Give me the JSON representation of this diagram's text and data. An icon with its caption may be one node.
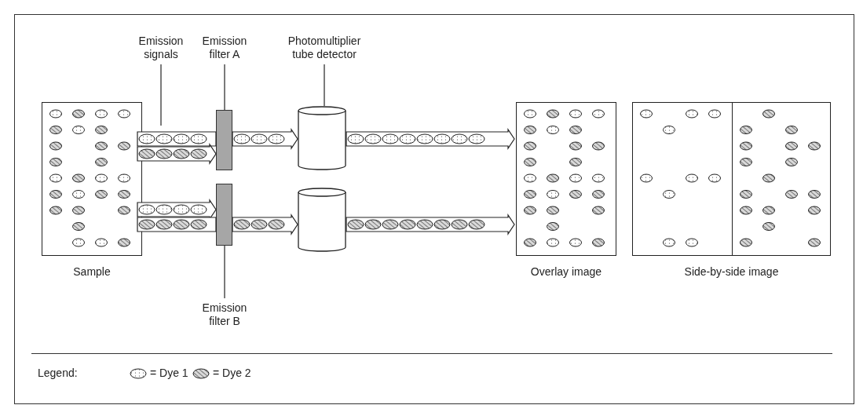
{
  "diagram": {
    "nodes": [
      {
        "text": [
          "Sample"
        ]
      },
      {
        "text": [
          "Emission signals"
        ]
      },
      {
        "text": [
          "Emission filter A"
        ]
      },
      {
        "text": [
          "Photomultiplier tube detector"
        ]
      },
      {
        "text": [
          "Emission filter B"
        ]
      },
      {
        "text": [],
        "shape": "bar"
      },
      {
        "text": [],
        "shape": "bar"
      },
      {
        "text": [],
        "shape": "cylinder"
      },
      {
        "text": [],
        "shape": "cylinder"
      },
      {
        "text": [
          "Overlay image"
        ]
      },
      {
        "text": [
          "Side-by-side image"
        ]
      }
    ],
    "edges": [
      {
        "from": 0,
        "to": 5,
        "arrow": "none"
      },
      {
        "from": 0,
        "to": 5,
        "arrow": "to"
      },
      {
        "from": 5,
        "to": 7,
        "arrow": "to"
      },
      {
        "from": 7,
        "to": 9,
        "arrow": "to"
      },
      {
        "from": 0,
        "to": 6,
        "arrow": "to"
      },
      {
        "from": 0,
        "to": 6,
        "arrow": "none"
      },
      {
        "from": 6,
        "to": 8,
        "arrow": "to"
      },
      {
        "from": 8,
        "to": 9,
        "arrow": "to"
      },
      {
        "from": 1,
        "to": null,
        "arrow": "none"
      },
      {
        "from": 2,
        "to": 5,
        "arrow": "none"
      },
      {
        "from": 3,
        "to": 7,
        "arrow": "none"
      },
      {
        "from": 4,
        "to": 6,
        "arrow": "none"
      }
    ],
    "labels": [
      "Legend:"
    ],
    "legend": [
      {
        "text": "= Dye 1"
      },
      {
        "text": "= Dye 2"
      }
    ]
  }
}
